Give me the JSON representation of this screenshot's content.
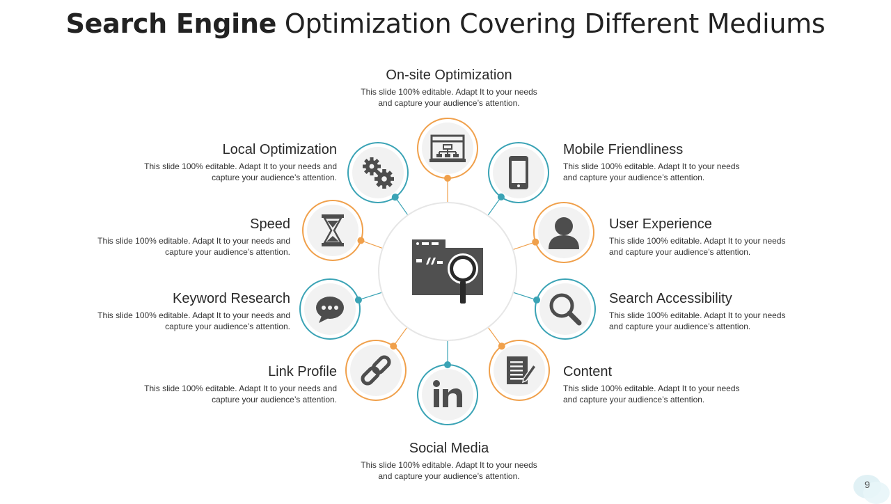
{
  "title": {
    "bold": "Search Engine",
    "rest": "Optimization Covering Different Mediums"
  },
  "colors": {
    "orange": "#f0a04b",
    "teal": "#3aa3b5",
    "icon": "#4d4d4d",
    "circle_fill": "#f2f2f2"
  },
  "items": [
    {
      "id": "onsite",
      "heading": "On-site Optimization",
      "text": "This slide 100% editable. Adapt  It to your needs and capture your audience’s attention.",
      "icon": "flowchart-window-icon",
      "ring": "orange"
    },
    {
      "id": "mobile",
      "heading": "Mobile Friendliness",
      "text": "This slide 100% editable. Adapt  It to your needs and capture your audience’s attention.",
      "icon": "smartphone-icon",
      "ring": "teal"
    },
    {
      "id": "ux",
      "heading": "User Experience",
      "text": "This slide 100% editable. Adapt  It to your needs and capture your audience’s attention.",
      "icon": "user-icon",
      "ring": "orange"
    },
    {
      "id": "access",
      "heading": "Search Accessibility",
      "text": "This slide 100% editable. Adapt  It to your needs and capture your audience’s attention.",
      "icon": "magnifier-icon",
      "ring": "teal"
    },
    {
      "id": "content",
      "heading": "Content",
      "text": "This slide 100% editable. Adapt  It to your needs and capture your audience’s attention.",
      "icon": "document-pen-icon",
      "ring": "orange"
    },
    {
      "id": "social",
      "heading": "Social Media",
      "text": "This slide 100% editable. Adapt  It to your needs and capture your audience’s attention.",
      "icon": "linkedin-icon",
      "ring": "teal"
    },
    {
      "id": "link",
      "heading": "Link Profile",
      "text": "This slide 100% editable. Adapt  It to your needs and capture your audience’s attention.",
      "icon": "chain-link-icon",
      "ring": "orange"
    },
    {
      "id": "keyword",
      "heading": "Keyword Research",
      "text": "This slide 100% editable. Adapt  It to your needs and capture your audience’s attention.",
      "icon": "chat-bubble-icon",
      "ring": "teal"
    },
    {
      "id": "speed",
      "heading": "Speed",
      "text": "This slide 100% editable. Adapt  It to your needs and capture your audience’s attention.",
      "icon": "hourglass-icon",
      "ring": "orange"
    },
    {
      "id": "local",
      "heading": "Local Optimization",
      "text": "This slide 100% editable. Adapt  It to your needs and capture your audience’s attention.",
      "icon": "gears-icon",
      "ring": "teal"
    }
  ],
  "center_icon": "browser-search-icon",
  "page_number": "9"
}
